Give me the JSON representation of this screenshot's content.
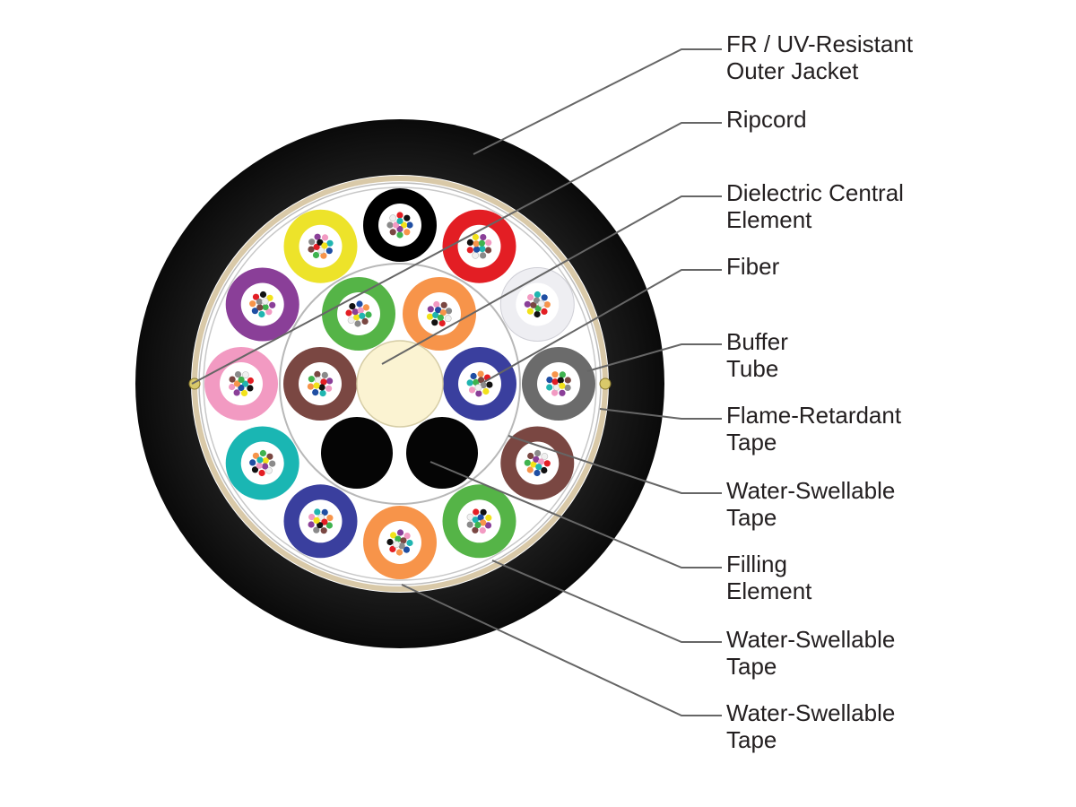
{
  "colors": {
    "jacket": "#111111",
    "leader": "#666666",
    "label_text": "#231f20",
    "central_element": "#fbf3d2",
    "filler": "#050505"
  },
  "callouts": [
    {
      "lines": [
        "FR / UV-Resistant",
        "Outer Jacket"
      ]
    },
    {
      "lines": [
        "Ripcord"
      ]
    },
    {
      "lines": [
        "Dielectric Central",
        "Element"
      ]
    },
    {
      "lines": [
        "Fiber"
      ]
    },
    {
      "lines": [
        "Buffer",
        "Tube"
      ]
    },
    {
      "lines": [
        "Flame-Retardant",
        "Tape"
      ]
    },
    {
      "lines": [
        "Water-Swellable",
        "Tape"
      ]
    },
    {
      "lines": [
        "Filling",
        "Element"
      ]
    },
    {
      "lines": [
        "Water-Swellable",
        "Tape"
      ]
    },
    {
      "lines": [
        "Water-Swellable",
        "Tape"
      ]
    }
  ],
  "buffer_tube_colors": {
    "outer": [
      "#000000",
      "#e31e24",
      "#eeeef2",
      "#6b6b6b",
      "#7a4742",
      "#55b447",
      "#f7944a",
      "#3a3f9e",
      "#1ab6b3",
      "#f29ac2",
      "#8a3f98",
      "#ede32a"
    ],
    "inner": [
      "#55b447",
      "#f7944a",
      "#3a3f9e",
      "#7a4742"
    ]
  },
  "fiber_colors": [
    "#1f4ea3",
    "#f7944a",
    "#3fb34f",
    "#7a4742",
    "#8a8a8a",
    "#f0f0f0",
    "#e31e24",
    "#111111",
    "#f2e21a",
    "#8a3f98",
    "#f29ac2",
    "#20b5b0"
  ]
}
